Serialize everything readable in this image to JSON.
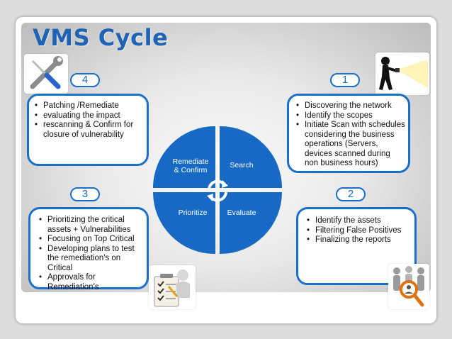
{
  "title": "VMS Cycle",
  "colors": {
    "accent": "#1a6fc8",
    "title": "#1f64b4",
    "quadrant": "#1769c4"
  },
  "cycle": {
    "quadrants": [
      {
        "label": "Remediate & Confirm"
      },
      {
        "label": "Search"
      },
      {
        "label": "Prioritize"
      },
      {
        "label": "Evaluate"
      }
    ]
  },
  "steps": [
    {
      "number": "1",
      "icon": "searchlight-person-icon",
      "items": [
        "Discovering the network",
        "Identify the scopes",
        "Initiate Scan with schedules considering the business operations (Servers, devices scanned during non business hours)"
      ]
    },
    {
      "number": "2",
      "icon": "magnifier-people-icon",
      "items": [
        "Identify the assets",
        "Filtering False Positives",
        "Finalizing the reports"
      ]
    },
    {
      "number": "3",
      "icon": "checklist-person-icon",
      "items": [
        "Prioritizing the critical assets + Vulnerabilities",
        "Focusing on Top Critical",
        "Developing plans to test the remediation's on Critical",
        "Approvals for Remediation's"
      ]
    },
    {
      "number": "4",
      "icon": "wrench-screwdriver-icon",
      "items": [
        "Patching  /Remediate",
        "evaluating the impact",
        "rescanning & Confirm for closure of vulnerability"
      ]
    }
  ]
}
